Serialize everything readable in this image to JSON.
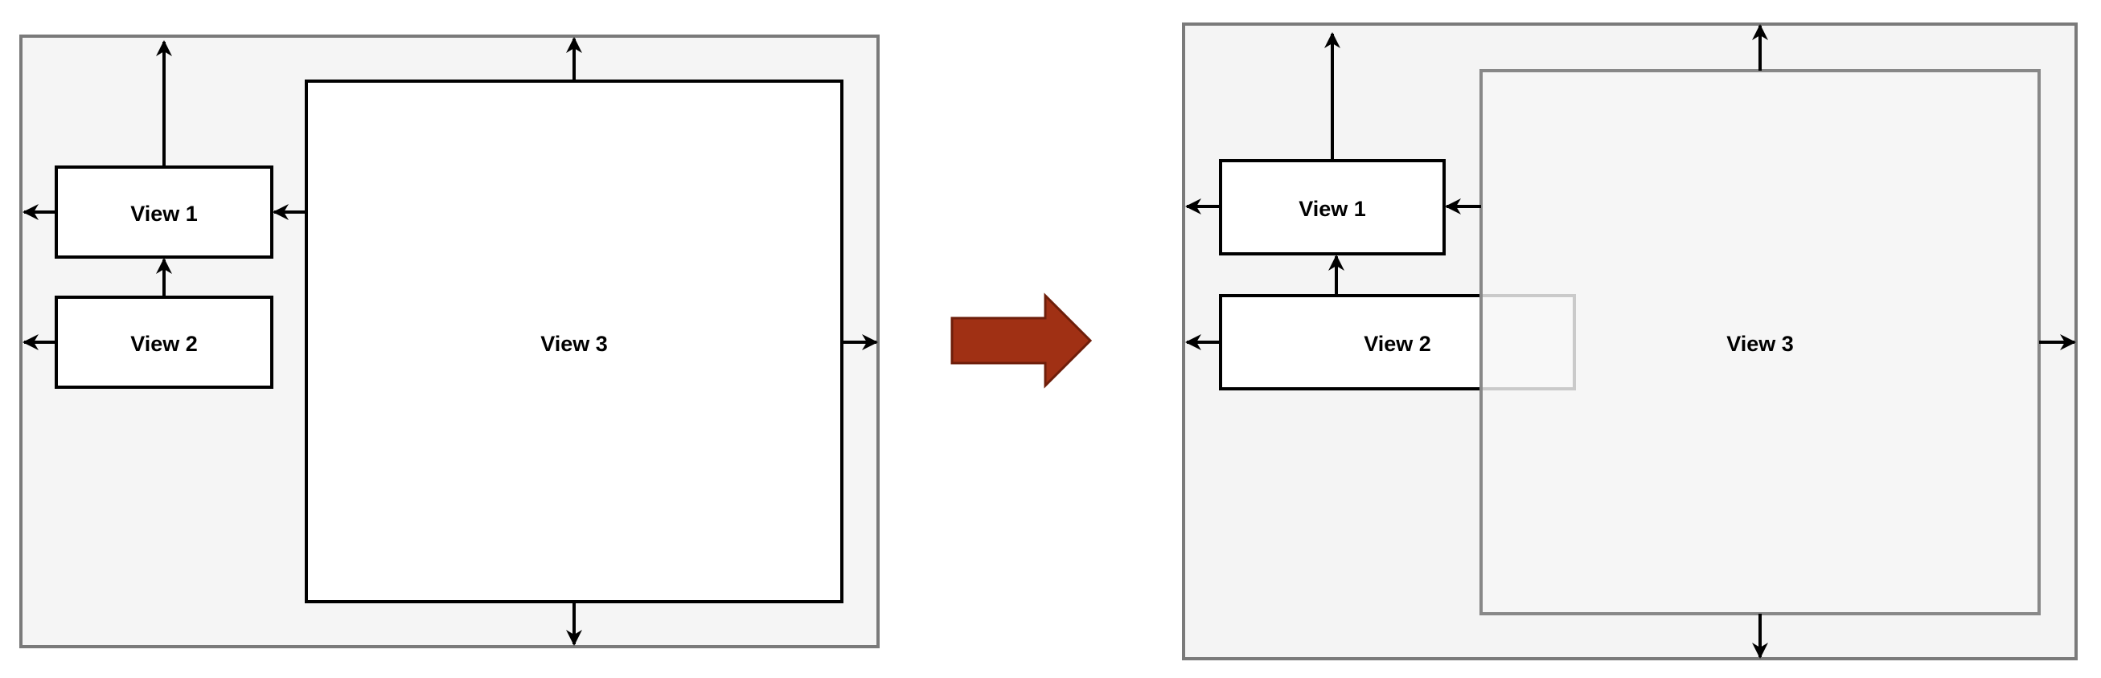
{
  "diagram": {
    "before": {
      "view1": "View 1",
      "view2": "View 2",
      "view3": "View 3"
    },
    "after": {
      "view1": "View 1",
      "view2": "View 2",
      "view3": "View 3"
    }
  },
  "colors": {
    "frame_fill": "#f5f5f5",
    "frame_stroke": "#7a7a7a",
    "box_stroke": "#000000",
    "box_fill": "#ffffff",
    "overlay_fill": "#f7f7f7",
    "overlay_stroke": "#888888",
    "transition_arrow_fill": "#a03014",
    "transition_arrow_stroke": "#6e1e0a"
  }
}
